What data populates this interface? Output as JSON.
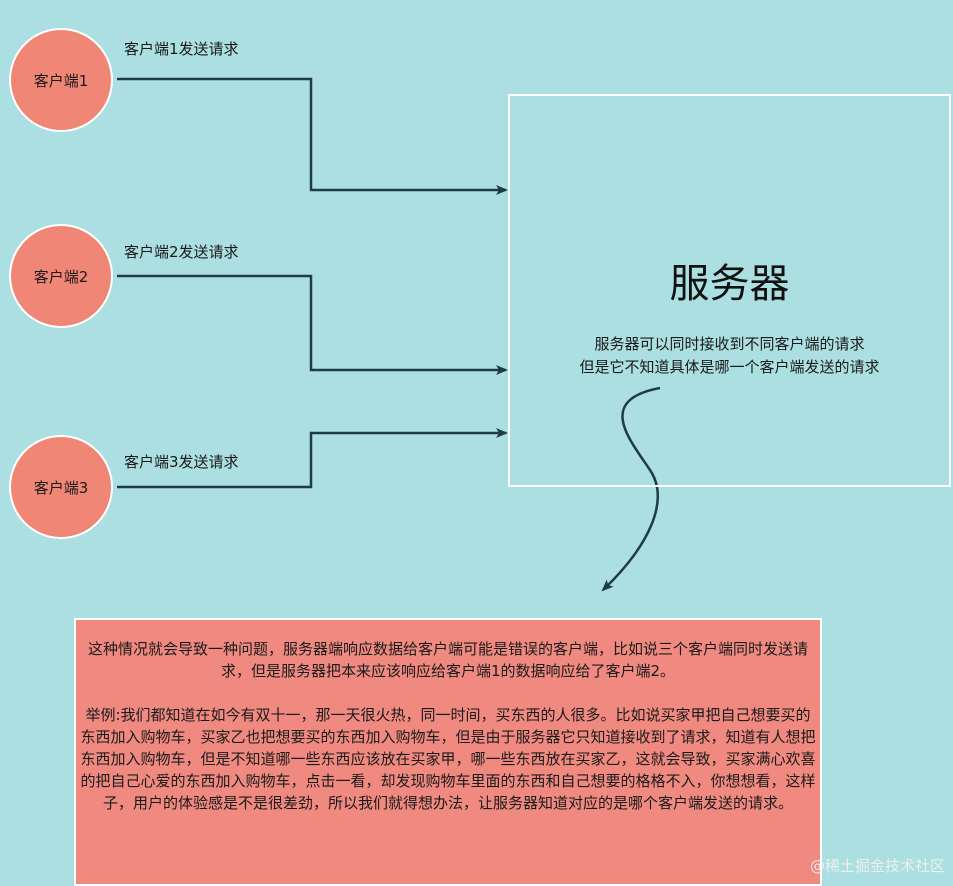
{
  "clients": [
    {
      "label": "客户端1",
      "edge_label": "客户端1发送请求"
    },
    {
      "label": "客户端2",
      "edge_label": "客户端2发送请求"
    },
    {
      "label": "客户端3",
      "edge_label": "客户端3发送请求"
    }
  ],
  "server": {
    "title": "服务器",
    "description_line1": "服务器可以同时接收到不同客户端的请求",
    "description_line2": "但是它不知道具体是哪一个客户端发送的请求"
  },
  "note": {
    "paragraph1": "这种情况就会导致一种问题，服务器端响应数据给客户端可能是错误的客户端，比如说三个客户端同时发送请求，但是服务器把本来应该响应给客户端1的数据响应给了客户端2。",
    "paragraph2": "举例:我们都知道在如今有双十一，那一天很火热，同一时间，买东西的人很多。比如说买家甲把自己想要买的东西加入购物车，买家乙也把想要买的东西加入购物车，但是由于服务器它只知道接收到了请求，知道有人想把东西加入购物车，但是不知道哪一些东西应该放在买家甲，哪一些东西放在买家乙，这就会导致，买家满心欢喜的把自己心爱的东西加入购物车，点击一看，却发现购物车里面的东西和自己想要的格格不入，你想想看，这样子，用户的体验感是不是很差劲，所以我们就得想办法，让服务器知道对应的是哪个客户端发送的请求。"
  },
  "watermark": "@稀土掘金技术社区",
  "colors": {
    "background": "#abdfe2",
    "client_fill": "#f08676",
    "note_fill": "#f08a80",
    "stroke": "#ffffff",
    "connector": "#1f3b47"
  }
}
